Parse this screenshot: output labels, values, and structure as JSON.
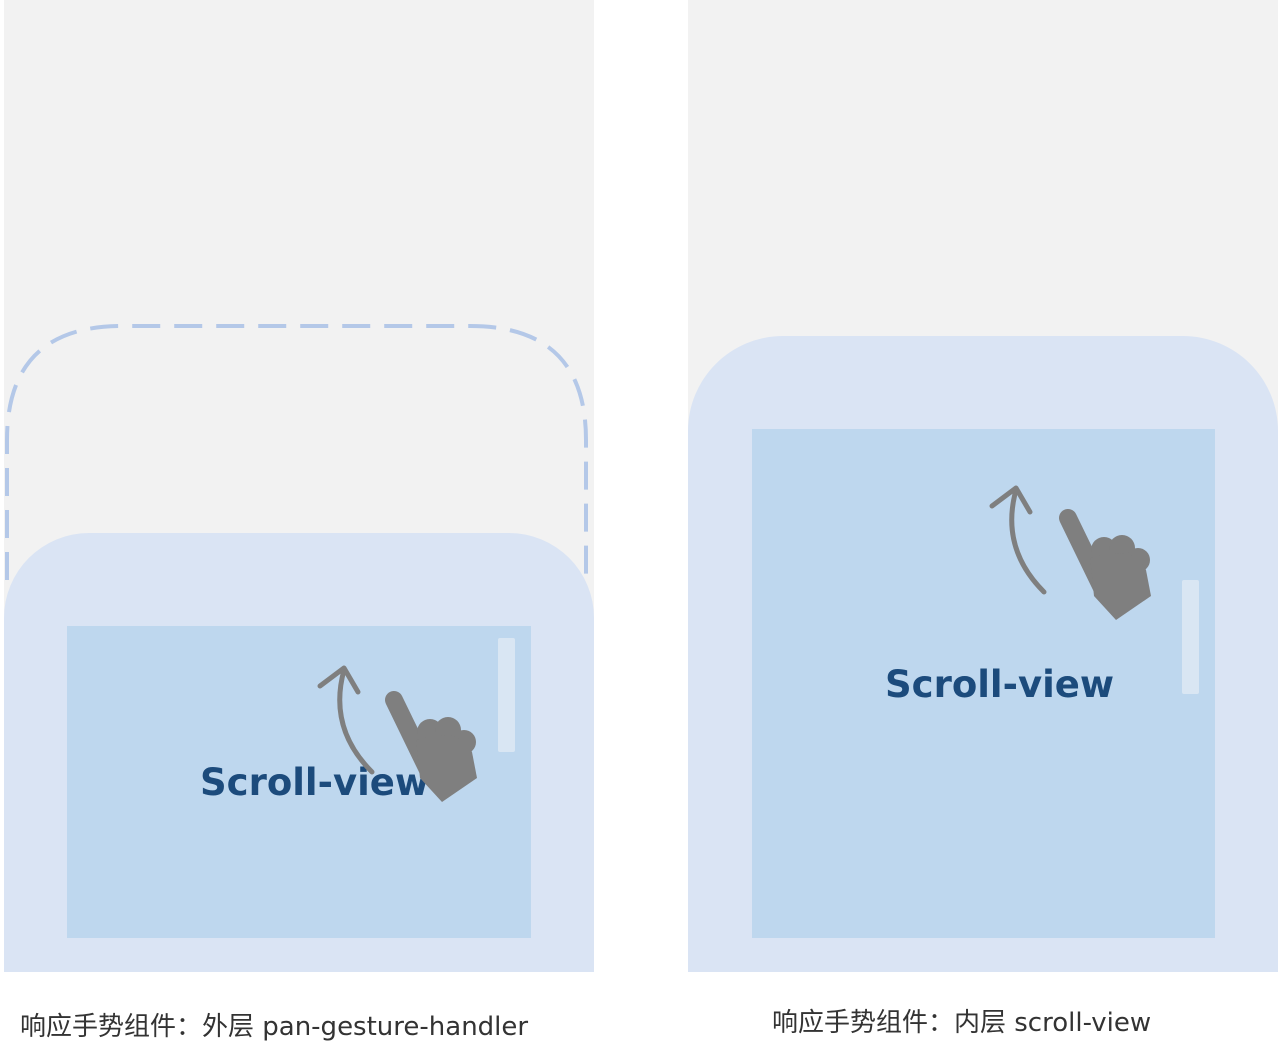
{
  "left_panel": {
    "scroll_view_label": "Scroll-view",
    "caption": "响应手势组件：外层 pan-gesture-handler"
  },
  "right_panel": {
    "scroll_view_label": "Scroll-view",
    "caption": "响应手势组件：内层 scroll-view"
  },
  "icons": {
    "gesture": "swipe-up-hand-icon",
    "arrow": "curved-arrow-up-icon"
  },
  "colors": {
    "panel_bg": "#f2f2f2",
    "sheet": "#dae4f4",
    "scroll_area": "#bed7ee",
    "dashed_outline": "#b4c8e8",
    "label": "#1c4b7c",
    "hand": "#7f7f7f"
  }
}
